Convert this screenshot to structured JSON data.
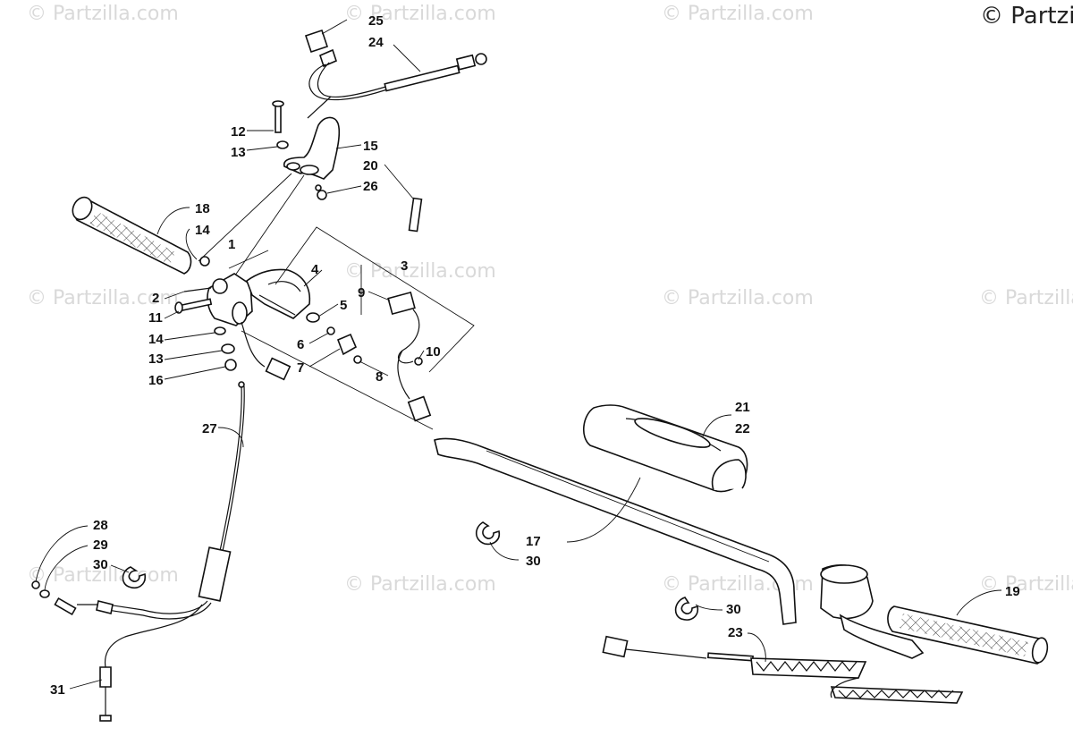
{
  "copyright": "© Partzilla",
  "watermark": "© Partzilla.com",
  "callouts": [
    "1",
    "2",
    "3",
    "4",
    "5",
    "6",
    "7",
    "8",
    "9",
    "10",
    "11",
    "12",
    "13",
    "14",
    "14",
    "13",
    "15",
    "16",
    "17",
    "18",
    "19",
    "20",
    "21",
    "22",
    "23",
    "24",
    "25",
    "26",
    "27",
    "28",
    "29",
    "30",
    "30",
    "30",
    "31"
  ]
}
